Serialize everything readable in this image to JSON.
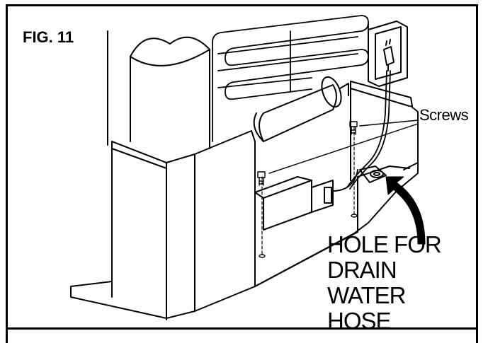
{
  "figure": {
    "label": "FIG. 11"
  },
  "callouts": {
    "screws": "Screws",
    "hole_lines": [
      "HOLE FOR",
      "DRAIN",
      "WATER",
      "HOSE"
    ]
  },
  "icons": [
    "power-plug-icon",
    "wall-outlet-icon",
    "curved-arrow-icon"
  ],
  "colors": {
    "line": "#000000",
    "background": "#ffffff"
  }
}
